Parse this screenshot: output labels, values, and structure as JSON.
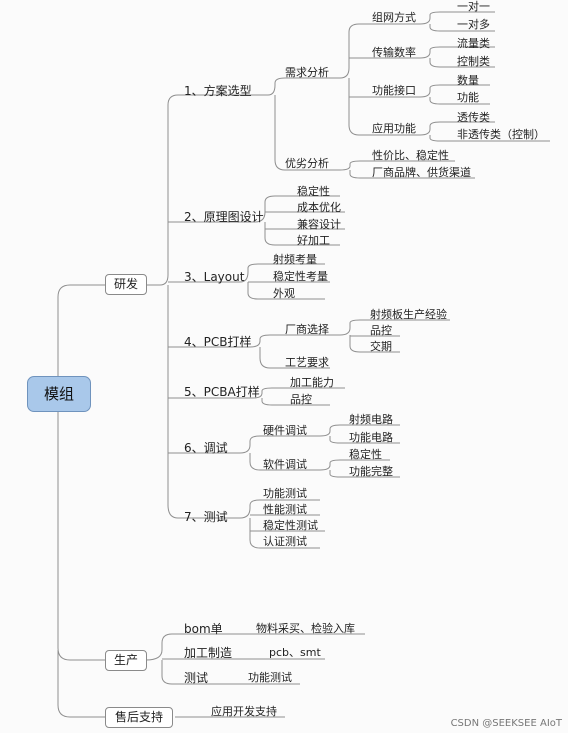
{
  "root": "模组",
  "rd": {
    "label": "研发",
    "items": [
      {
        "label": "1、方案选型"
      },
      {
        "label": "需求分析"
      },
      {
        "label": "组网方式"
      },
      {
        "label": "一对一"
      },
      {
        "label": "一对多"
      },
      {
        "label": "传输数率"
      },
      {
        "label": "流量类"
      },
      {
        "label": "控制类"
      },
      {
        "label": "功能接口"
      },
      {
        "label": "数量"
      },
      {
        "label": "功能"
      },
      {
        "label": "应用功能"
      },
      {
        "label": "透传类"
      },
      {
        "label": "非透传类（控制）"
      },
      {
        "label": "优劣分析"
      },
      {
        "label": "性价比、稳定性"
      },
      {
        "label": "厂商品牌、供货渠道"
      },
      {
        "label": "2、原理图设计"
      },
      {
        "label": "稳定性"
      },
      {
        "label": "成本优化"
      },
      {
        "label": "兼容设计"
      },
      {
        "label": "好加工"
      },
      {
        "label": "3、Layout"
      },
      {
        "label": "射频考量"
      },
      {
        "label": "稳定性考量"
      },
      {
        "label": "外观"
      },
      {
        "label": "4、PCB打样"
      },
      {
        "label": "厂商选择"
      },
      {
        "label": "射频板生产经验"
      },
      {
        "label": "品控"
      },
      {
        "label": "交期"
      },
      {
        "label": "工艺要求"
      },
      {
        "label": "5、PCBA打样"
      },
      {
        "label": "加工能力"
      },
      {
        "label": "品控"
      },
      {
        "label": "6、调试"
      },
      {
        "label": "硬件调试"
      },
      {
        "label": "射频电路"
      },
      {
        "label": "功能电路"
      },
      {
        "label": "软件调试"
      },
      {
        "label": "稳定性"
      },
      {
        "label": "功能完整"
      },
      {
        "label": "7、测试"
      },
      {
        "label": "功能测试"
      },
      {
        "label": "性能测试"
      },
      {
        "label": "稳定性测试"
      },
      {
        "label": "认证测试"
      }
    ]
  },
  "prod": {
    "label": "生产",
    "items": [
      {
        "label": "bom单"
      },
      {
        "label": "物料采买、检验入库"
      },
      {
        "label": "加工制造"
      },
      {
        "label": "pcb、smt"
      },
      {
        "label": "测试"
      },
      {
        "label": "功能测试"
      }
    ]
  },
  "after": {
    "label": "售后支持",
    "items": [
      {
        "label": "应用开发支持"
      }
    ]
  },
  "watermark": "CSDN @SEEKSEE AIoT"
}
